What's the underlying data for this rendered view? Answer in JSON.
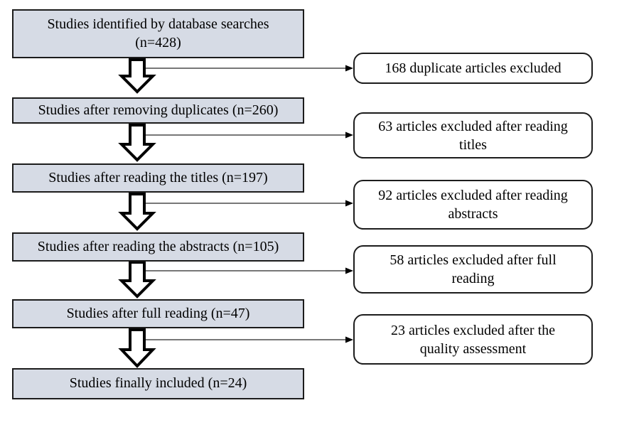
{
  "diagram_title": "Study selection flow diagram",
  "colors": {
    "step_fill": "#D6DBE5",
    "box_border": "#1c1c1c",
    "connector": "#4a4a4a",
    "arrow_outline": "#000000"
  },
  "flow": {
    "main_steps": [
      "Studies identified by database searches\n(n=428)",
      "Studies after removing duplicates (n=260)",
      "Studies after reading the titles (n=197)",
      "Studies after reading the abstracts (n=105)",
      "Studies after full reading (n=47)",
      "Studies finally included (n=24)"
    ],
    "exclusions": [
      "168 duplicate articles excluded",
      "63 articles excluded after reading\ntitles",
      "92 articles excluded after reading\nabstracts",
      "58 articles excluded after full\nreading",
      "23 articles excluded after the\nquality assessment"
    ]
  }
}
